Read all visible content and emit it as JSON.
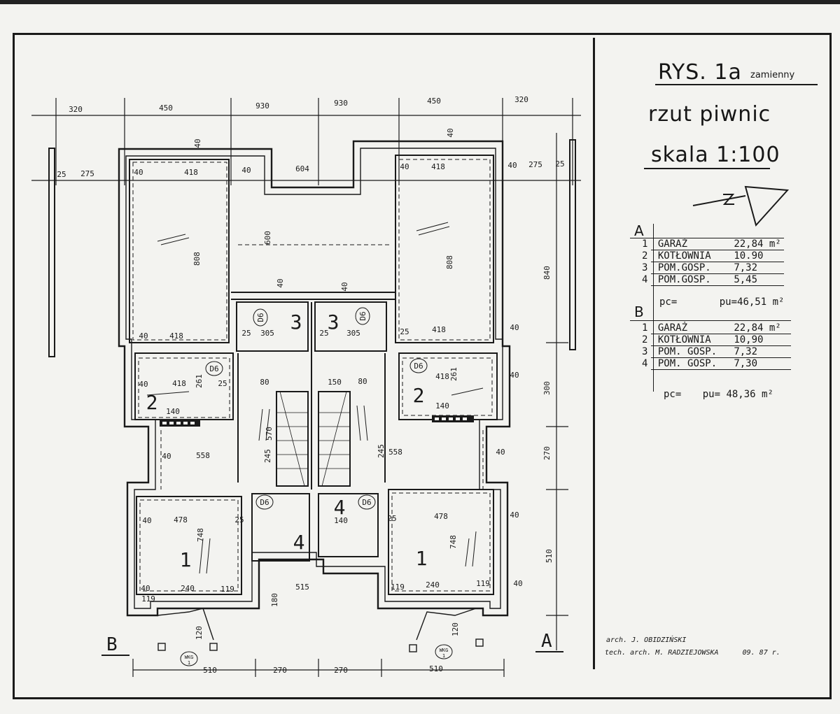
{
  "title_block": {
    "sheet_title": "RYS. 1a",
    "sheet_subtitle": "zamienny",
    "drawing_name": "rzut piwnic",
    "scale": "skala 1:100",
    "section_a": {
      "label": "A",
      "rooms": [
        {
          "no": "1",
          "name": "GARAŻ",
          "area": "22,84 m²"
        },
        {
          "no": "2",
          "name": "KOTŁOWNIA",
          "area": "10.90"
        },
        {
          "no": "3",
          "name": "POM.GOSP.",
          "area": "7,32"
        },
        {
          "no": "4",
          "name": "POM.GOSP.",
          "area": "5,45"
        }
      ],
      "pc": "pc=",
      "pu": "pu=46,51 m²"
    },
    "section_b": {
      "label": "B",
      "rooms": [
        {
          "no": "1",
          "name": "GARAŻ",
          "area": "22,84 m²"
        },
        {
          "no": "2",
          "name": "KOTŁOWNIA",
          "area": "10,90"
        },
        {
          "no": "3",
          "name": "POM. GOSP.",
          "area": "7,32"
        },
        {
          "no": "4",
          "name": "POM. GOSP.",
          "area": "7,30"
        }
      ],
      "pc": "pc=",
      "pu": "pu= 48,36 m²"
    },
    "author": "arch. J. OBIDZIŃSKI",
    "tech_author": "tech. arch. M. RADZIEJOWSKA",
    "date": "09. 87 r."
  },
  "plan": {
    "top_dims": [
      "320",
      "450",
      "930",
      "930",
      "450",
      "320"
    ],
    "bottom_dims": [
      "510",
      "270",
      "270",
      "510"
    ],
    "right_dims": [
      "840",
      "300",
      "270",
      "510"
    ],
    "inner_dims": {
      "d25": "25",
      "d275": "275",
      "d40": "40",
      "d418": "418",
      "d604": "604",
      "d808": "808",
      "d600": "600",
      "d305": "305",
      "d261": "261",
      "d140": "140",
      "d558": "558",
      "d478": "478",
      "d748": "748",
      "d240": "240",
      "d119": "119",
      "d515": "515",
      "d180": "180",
      "d120": "120",
      "d570": "570",
      "d245": "245",
      "d80": "80",
      "d150": "150"
    },
    "room_numbers": {
      "r1": "1",
      "r2": "2",
      "r3": "3",
      "r4": "4"
    },
    "door_tag": "D6",
    "wkg_tag": "WKG",
    "wkg_num": "1",
    "section_labels": {
      "left": "B",
      "right": "A"
    }
  }
}
